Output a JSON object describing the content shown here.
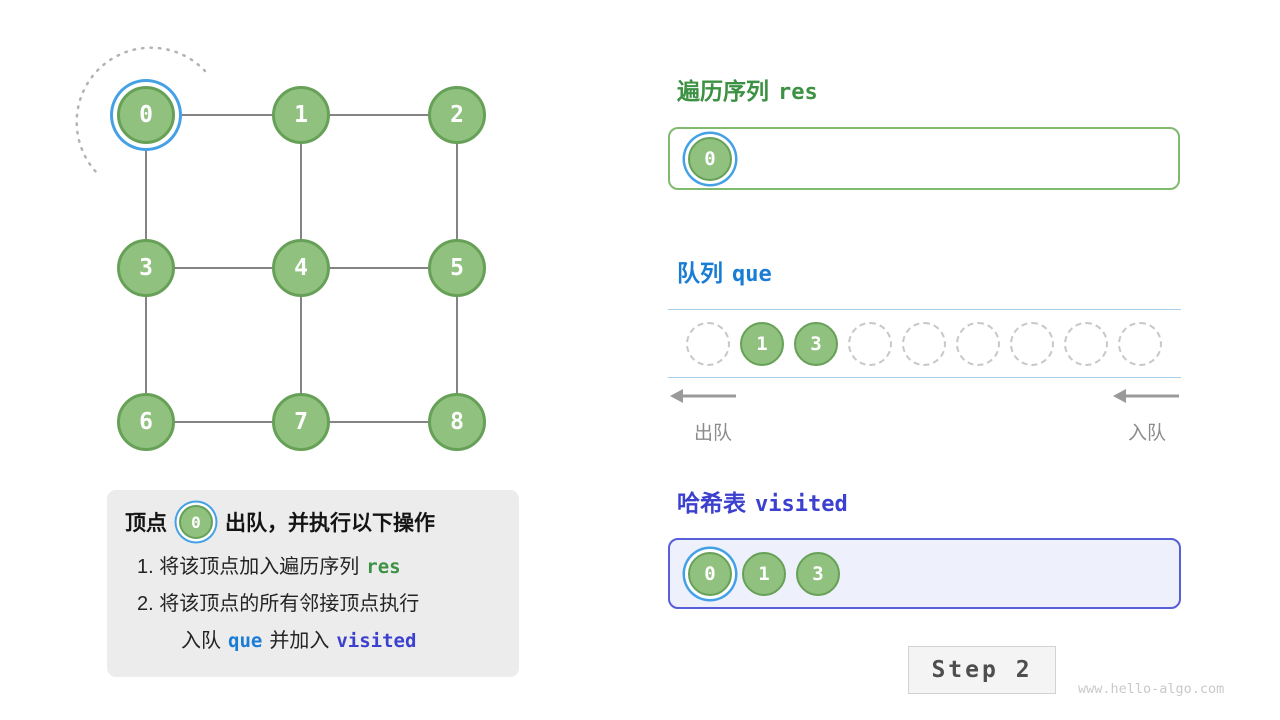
{
  "graph": {
    "nodes": [
      "0",
      "1",
      "2",
      "3",
      "4",
      "5",
      "6",
      "7",
      "8"
    ],
    "current_node": "0"
  },
  "res": {
    "title_text": "遍历序列",
    "title_code": "res",
    "items": [
      "0"
    ]
  },
  "queue": {
    "title_text": "队列",
    "title_code": "que",
    "slots": [
      "",
      "1",
      "3",
      "",
      "",
      "",
      "",
      "",
      ""
    ],
    "dequeue_label": "出队",
    "enqueue_label": "入队"
  },
  "visited": {
    "title_text": "哈希表",
    "title_code": "visited",
    "items": [
      "0",
      "1",
      "3"
    ]
  },
  "info": {
    "title_prefix": "顶点",
    "title_node": "0",
    "title_suffix": "出队，并执行以下操作",
    "step1_text": "1. 将该顶点加入遍历序列",
    "step1_code": "res",
    "step2_text": "2. 将该顶点的所有邻接顶点执行",
    "step2b_pre": "入队",
    "step2b_code1": "que",
    "step2b_mid": "并加入",
    "step2b_code2": "visited"
  },
  "footer": {
    "step_label": "Step 2",
    "watermark": "www.hello-algo.com"
  },
  "colors": {
    "node_green": "#90c17f",
    "node_border_green": "#66a157",
    "highlight_blue": "#45a1e6",
    "res_green": "#3c9142",
    "que_blue": "#1a7dd5",
    "visited_indigo": "#3b40cf"
  }
}
